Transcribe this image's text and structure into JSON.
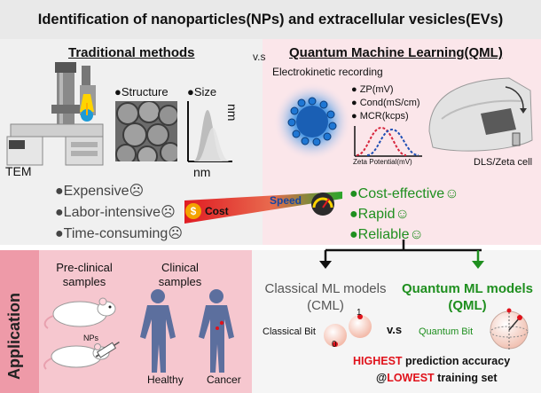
{
  "title": "Identification of nanoparticles(NPs) and extracellular vesicles(EVs)",
  "vs_label": "v.s",
  "traditional": {
    "heading": "Traditional methods",
    "tem_label": "TEM",
    "structure_label": "●Structure",
    "size_label": "●Size",
    "size_axis": "nm",
    "drawbacks": [
      "●Expensive☹",
      "●Labor-intensive☹",
      "●Time-consuming☹"
    ]
  },
  "qml": {
    "heading": "Quantum Machine Learning(QML)",
    "electrokinetic_label": "Electrokinetic recording",
    "measures": [
      "● ZP(mV)",
      "● Cond(mS/cm)",
      "● MCR(kcps)"
    ],
    "zeta_axis": "Zeta Potential(mV)",
    "dls_label": "DLS/Zeta cell",
    "advantages": [
      "●Cost-effective☺",
      "●Rapid☺",
      "●Reliable☺"
    ]
  },
  "cost_label": "Cost",
  "speed_label": "Speed",
  "application": {
    "label": "Application",
    "preclinical": "Pre-clinical samples",
    "nps_label": "NPs",
    "clinical": "Clinical samples",
    "healthy": "Healthy",
    "cancer": "Cancer"
  },
  "ml": {
    "cml_line1": "Classical ML models",
    "cml_line2": "(CML)",
    "qml_line1": "Quantum ML models",
    "qml_line2": "(QML)",
    "classical_bit": "Classical Bit",
    "bit_zero": "0",
    "bit_one": "1",
    "quantum_bit": "Quantum Bit"
  },
  "footer": {
    "highest": "HIGHEST",
    "accuracy_text": "prediction accuracy",
    "at": "@",
    "lowest": "LOWEST",
    "training_text": "training set"
  },
  "colors": {
    "accent_green": "#1f8f1f",
    "accent_red": "#e0121b",
    "application_pink": "#f6c7cf",
    "qml_pink": "#fbe6ea"
  }
}
